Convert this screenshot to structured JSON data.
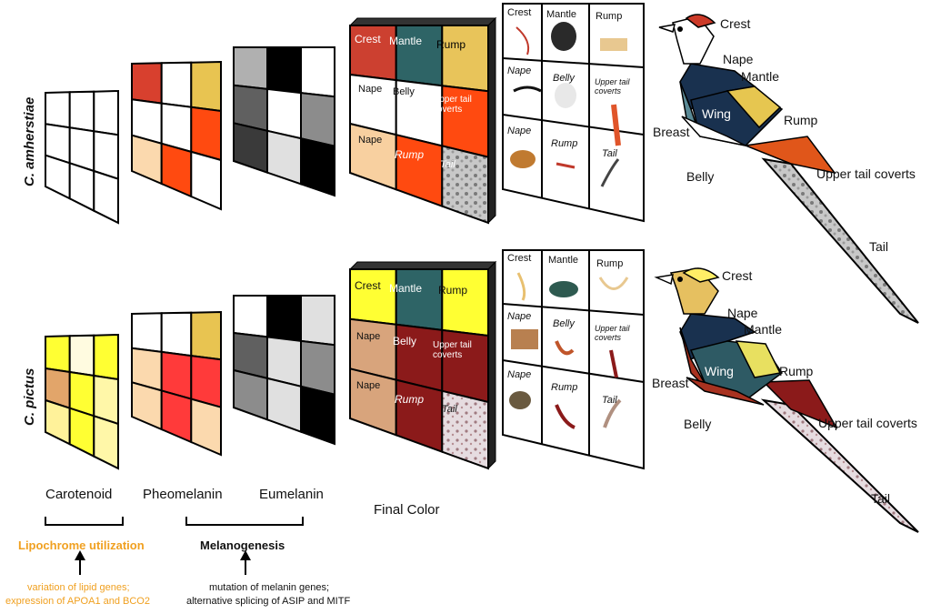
{
  "species": [
    "C. amherstiae",
    "C. pictus"
  ],
  "columns": {
    "carotenoid": "Carotenoid",
    "pheomelanin": "Pheomelanin",
    "eumelanin": "Eumelanin",
    "final": "Final Color"
  },
  "pathways": {
    "lipochrome": "Lipochrome utilization",
    "lipochrome_note_1": "variation of lipid genes;",
    "lipochrome_note_2": "expression of APOA1 and BCO2",
    "melanogenesis": "Melanogenesis",
    "melanogenesis_note_1": "mutation of melanin genes;",
    "melanogenesis_note_2": "alternative splicing of ASIP and MITF"
  },
  "final_cells": [
    [
      "Crest",
      "Mantle",
      "Rump"
    ],
    [
      "Nape",
      "Belly",
      "Upper tail coverts"
    ],
    [
      "Nape",
      "Rump",
      "Tail"
    ]
  ],
  "photo_cells": [
    [
      "Crest",
      "Mantle",
      "Rump"
    ],
    [
      "Nape",
      "Belly",
      "Upper tail coverts"
    ],
    [
      "Nape",
      "Rump",
      "Tail"
    ]
  ],
  "bird_labels": {
    "crest": "Crest",
    "nape": "Nape",
    "mantle": "Mantle",
    "wing": "Wing",
    "rump": "Rump",
    "breast": "Breast",
    "belly": "Belly",
    "upper_tail_coverts": "Upper tail coverts",
    "tail": "Tail"
  },
  "colors": {
    "amherstiae": {
      "carotenoid": [
        "#ffffff",
        "#ffffff",
        "#ffffff",
        "#ffffff",
        "#ffffff",
        "#ffffff",
        "#ffffff",
        "#ffffff",
        "#ffffff"
      ],
      "pheomelanin": [
        "#d8402e",
        "#ffffff",
        "#e8c451",
        "#ffffff",
        "#ffffff",
        "#ff4a10",
        "#fbd9ae",
        "#ff4a10",
        "#ffffff"
      ],
      "eumelanin": [
        "#b0b0b0",
        "#000000",
        "#ffffff",
        "#606060",
        "#ffffff",
        "#8c8c8c",
        "#3a3a3a",
        "#e0e0e0",
        "#000000"
      ],
      "final": [
        "#cc4030",
        "#2e6466",
        "#e8c45a",
        "#ffffff",
        "#ffffff",
        "#ff4a10",
        "#f8d0a0",
        "#ff4a10",
        "#b8b8b8"
      ]
    },
    "pictus": {
      "carotenoid": [
        "#ffff33",
        "#fffbe0",
        "#ffff33",
        "#e2a56a",
        "#ffff33",
        "#fff7a8",
        "#fff29a",
        "#ffff33",
        "#fff7a8"
      ],
      "pheomelanin": [
        "#ffffff",
        "#ffffff",
        "#e8c451",
        "#fbd9ae",
        "#ff3a3a",
        "#ff3a3a",
        "#fbd9ae",
        "#ff3a3a",
        "#fbd9ae"
      ],
      "eumelanin": [
        "#ffffff",
        "#000000",
        "#e0e0e0",
        "#606060",
        "#e0e0e0",
        "#8c8c8c",
        "#8c8c8c",
        "#e0e0e0",
        "#000000"
      ],
      "final": [
        "#ffff33",
        "#2e6466",
        "#ffff33",
        "#d8a47c",
        "#8b1a1a",
        "#8b1a1a",
        "#d8a47c",
        "#8b1a1a",
        "#e8dde0"
      ]
    }
  }
}
